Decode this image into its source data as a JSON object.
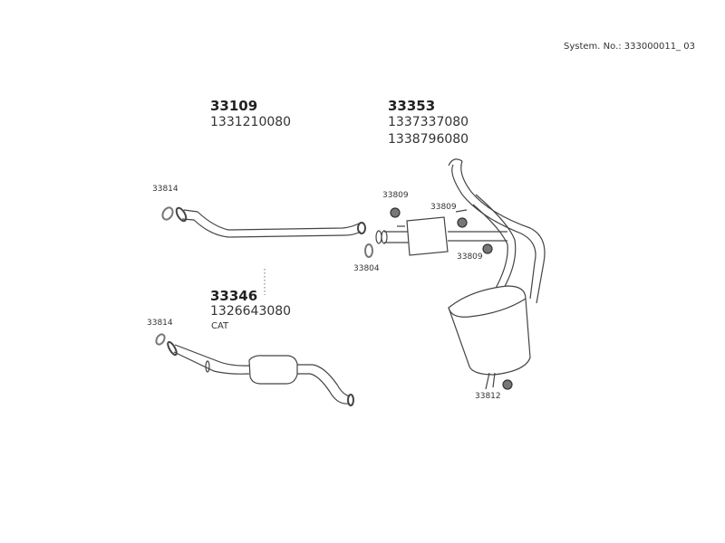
{
  "system_number": "System. No.: 333000011_ 03",
  "assemblies": [
    {
      "code": "33109",
      "part_numbers": [
        "1331210080"
      ]
    },
    {
      "code": "33353",
      "part_numbers": [
        "1337337080",
        "1338796080"
      ]
    },
    {
      "code": "33346",
      "part_numbers": [
        "1326643080"
      ],
      "note": "CAT"
    }
  ],
  "callouts": {
    "gasket_front_upper": "33814",
    "clamp_1": "33809",
    "clamp_2": "33809",
    "gasket_mid": "33804",
    "clamp_3": "33809",
    "gasket_front_lower": "33814",
    "rear_hanger": "33812"
  }
}
